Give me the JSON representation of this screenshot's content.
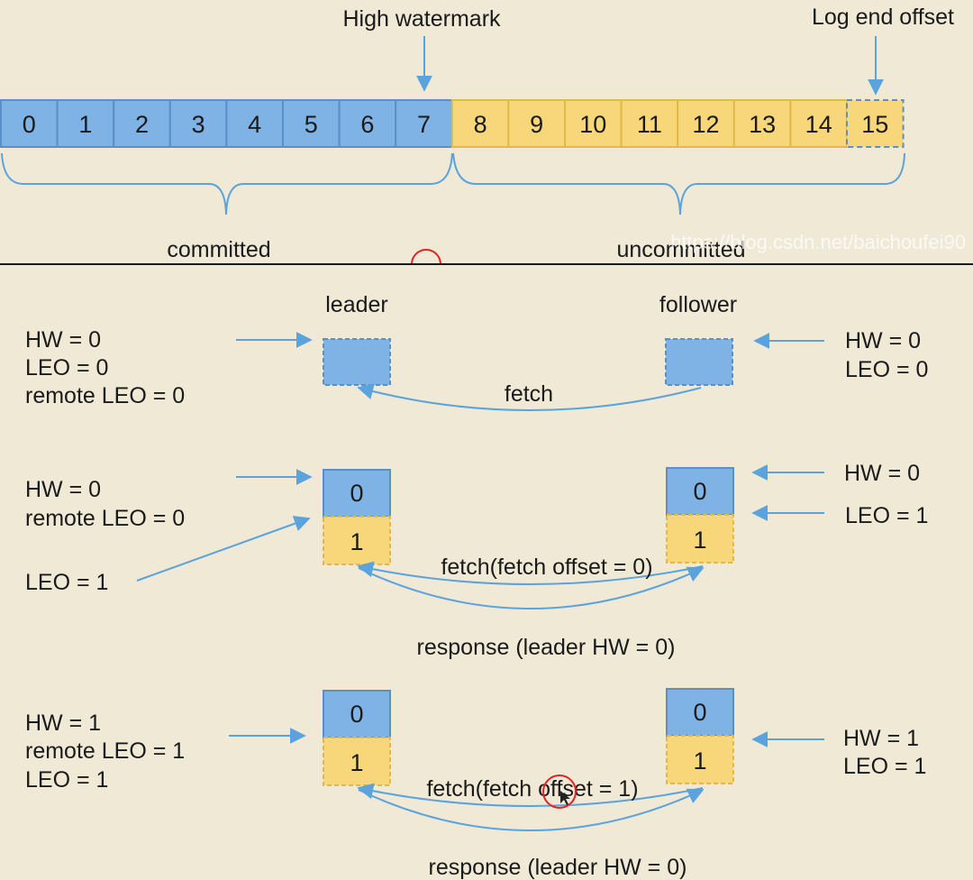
{
  "colors": {
    "background": "#efe9d6",
    "committed_fill": "#7fb2e5",
    "committed_stroke": "#5b8fc7",
    "uncommitted_fill": "#f7d77a",
    "uncommitted_stroke": "#e1b94a",
    "arrow": "#5ba3dd",
    "divider": "#1a1a1a",
    "cursor_ring": "#e02424"
  },
  "top": {
    "high_watermark_label": "High watermark",
    "log_end_offset_label": "Log end offset",
    "committed_label": "committed",
    "uncommitted_label": "uncommitted",
    "cells": [
      {
        "text": "0",
        "state": "committed"
      },
      {
        "text": "1",
        "state": "committed"
      },
      {
        "text": "2",
        "state": "committed"
      },
      {
        "text": "3",
        "state": "committed"
      },
      {
        "text": "4",
        "state": "committed"
      },
      {
        "text": "5",
        "state": "committed"
      },
      {
        "text": "6",
        "state": "committed"
      },
      {
        "text": "7",
        "state": "committed"
      },
      {
        "text": "8",
        "state": "uncommitted"
      },
      {
        "text": "9",
        "state": "uncommitted"
      },
      {
        "text": "10",
        "state": "uncommitted"
      },
      {
        "text": "11",
        "state": "uncommitted"
      },
      {
        "text": "12",
        "state": "uncommitted"
      },
      {
        "text": "13",
        "state": "uncommitted"
      },
      {
        "text": "14",
        "state": "uncommitted"
      },
      {
        "text": "15",
        "state": "next"
      }
    ],
    "watermark_text": "https://blog.csdn.net/baichoufei90"
  },
  "step1": {
    "leader_title": "leader",
    "follower_title": "follower",
    "leader_labels": [
      "HW = 0",
      "LEO = 0",
      "remote LEO = 0"
    ],
    "follower_labels": [
      "HW = 0",
      "LEO = 0"
    ],
    "fetch_label": "fetch"
  },
  "step2": {
    "leader_labels": [
      "HW = 0",
      "remote LEO = 0"
    ],
    "leader_leo_label": "LEO = 1",
    "follower_hw_label": "HW = 0",
    "follower_leo_label": "LEO = 1",
    "leader_cells": [
      "0",
      "1"
    ],
    "follower_cells": [
      "0",
      "1"
    ],
    "fetch_label": "fetch(fetch offset = 0)",
    "response_label": "response (leader HW = 0)"
  },
  "step3": {
    "leader_labels": [
      "HW = 1",
      "remote LEO = 1",
      "LEO = 1"
    ],
    "follower_labels": [
      "HW = 1",
      "LEO = 1"
    ],
    "leader_cells": [
      "0",
      "1"
    ],
    "follower_cells": [
      "0",
      "1"
    ],
    "fetch_label": "fetch(fetch offset = 1)",
    "response_label": "response (leader HW = 0)"
  }
}
